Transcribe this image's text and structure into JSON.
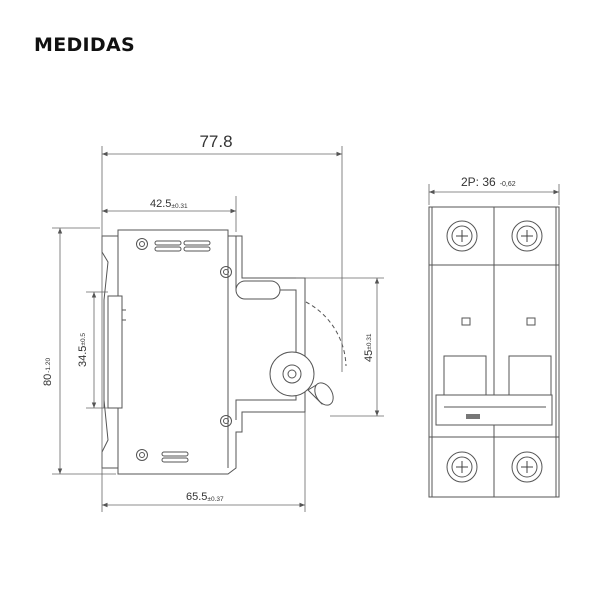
{
  "title": "MEDIDAS",
  "dimensions": {
    "overall_width": "77.8",
    "upper_width": {
      "value": "42.5",
      "tol": "±0.31"
    },
    "lower_width": {
      "value": "65.5",
      "tol": "±0.37"
    },
    "overall_height": {
      "value": "80",
      "tol": "-1.20"
    },
    "rail_height": {
      "value": "34.5",
      "tol": "±0.5"
    },
    "front_height": {
      "value": "45",
      "tol": "±0.31"
    },
    "pole_width": {
      "value": "2P: 36",
      "tol": "-0,62"
    }
  }
}
